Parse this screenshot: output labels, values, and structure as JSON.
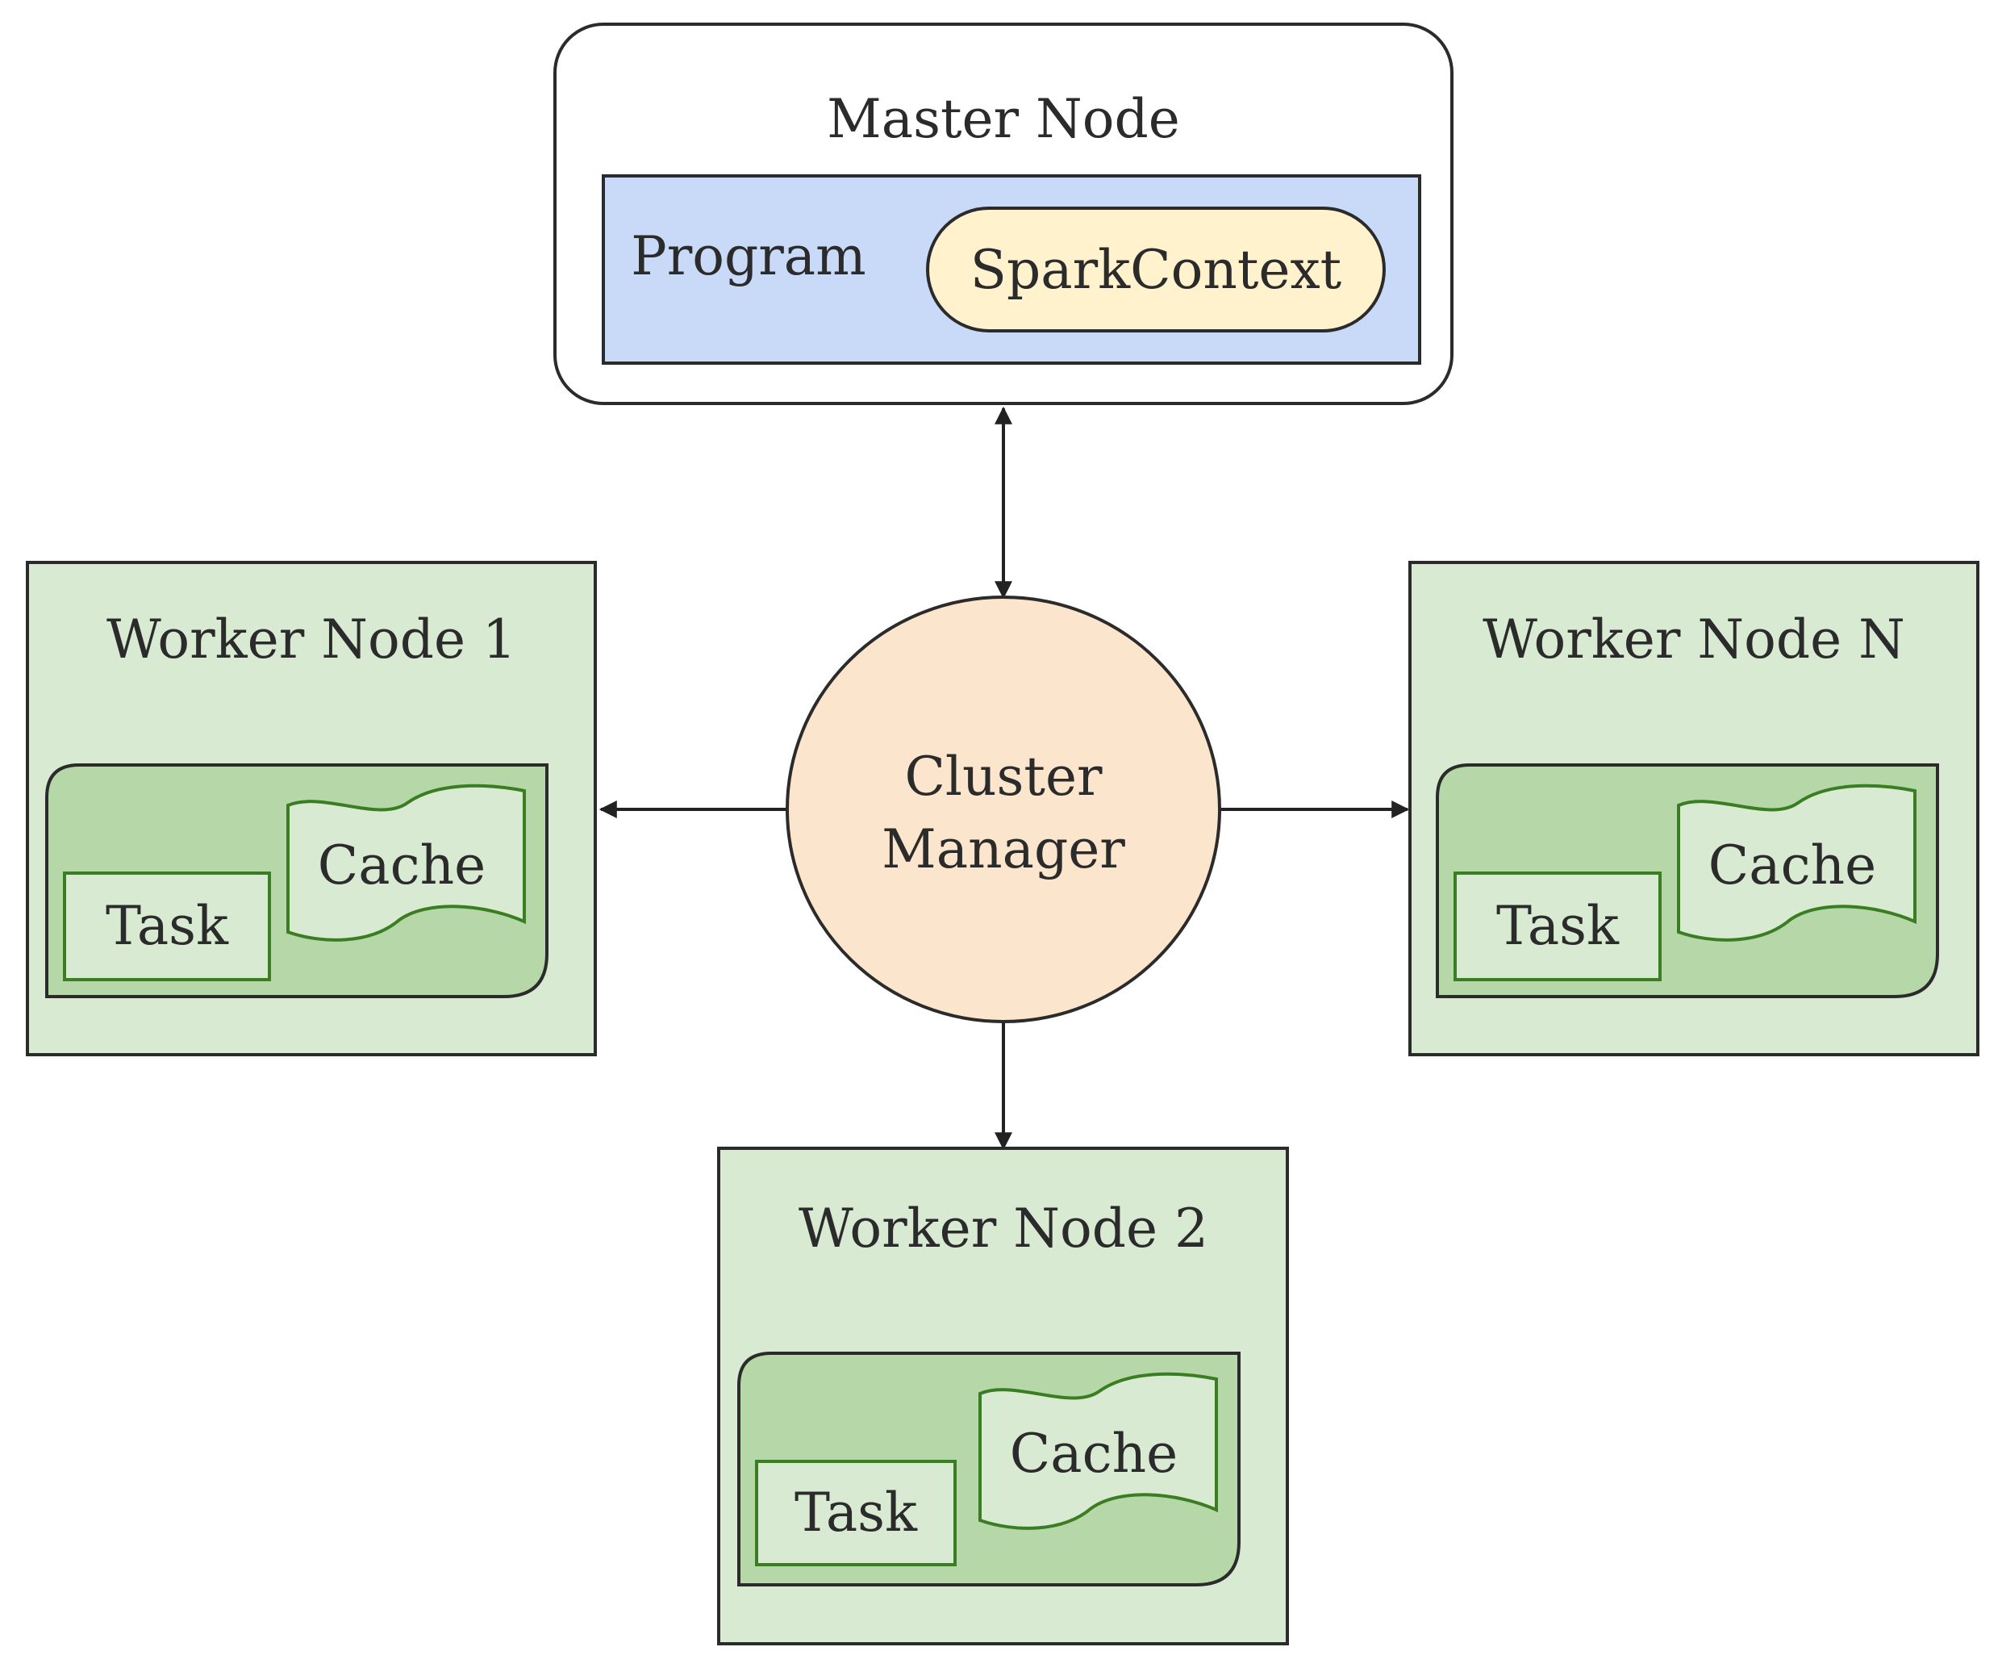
{
  "master": {
    "title": "Master Node",
    "program_label": "Program",
    "context_label": "SparkContext"
  },
  "cluster_manager": {
    "line1": "Cluster",
    "line2": "Manager"
  },
  "workers": [
    {
      "title": "Worker Node 1",
      "task_label": "Task",
      "cache_label": "Cache"
    },
    {
      "title": "Worker Node 2",
      "task_label": "Task",
      "cache_label": "Cache"
    },
    {
      "title": "Worker Node N",
      "task_label": "Task",
      "cache_label": "Cache"
    }
  ],
  "colors": {
    "master_bg": "#ffffff",
    "program_bg": "#c9daf8",
    "context_bg": "#fff2cc",
    "cluster_bg": "#fce5cd",
    "worker_bg": "#d9ead3",
    "executor_bg": "#b6d7a8",
    "executor_border": "#3a7d22"
  }
}
